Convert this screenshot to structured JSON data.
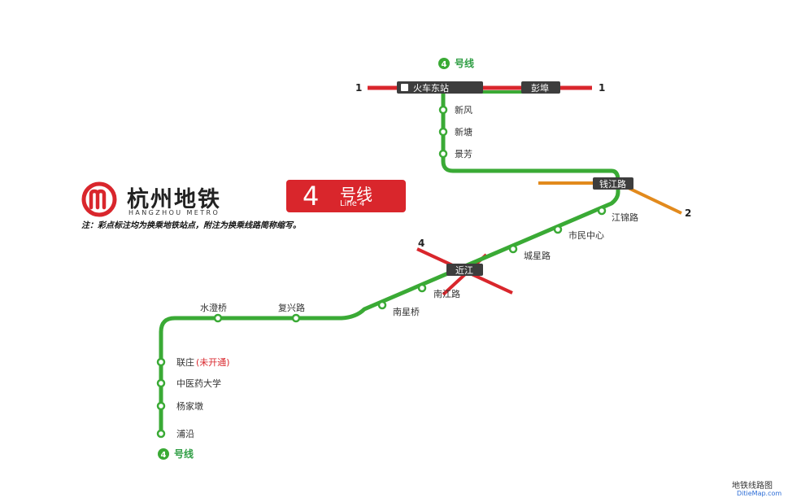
{
  "logo": {
    "name_cn": "杭州地铁",
    "name_en": "HANGZHOU METRO",
    "brand_color": "#d9262c"
  },
  "badge": {
    "number": "4",
    "name_cn": "号线",
    "name_en": "Line 4",
    "color": "#d9262c"
  },
  "note": "注：彩点标注均为换乘地铁站点，附注为换乘线路简称缩写。",
  "colors": {
    "line4": "#3aaa35",
    "line1": "#d9262c",
    "line2": "#e28a1d",
    "interchange_box": "#3d3d3d"
  },
  "terminals": {
    "top": {
      "num": "4",
      "label": "号线"
    },
    "bottom": {
      "num": "4",
      "label": "号线"
    }
  },
  "line_markers": {
    "line1_left": "1",
    "line1_right": "1",
    "line2": "2",
    "line4_cross": "4"
  },
  "interchanges": {
    "huochedongzhan": "火车东站",
    "pengbu": "彭埠",
    "qianjianglu": "钱江路",
    "jinjiang": "近江"
  },
  "stations": {
    "xinfeng": "新风",
    "xintang": "新塘",
    "jingfang": "景芳",
    "jiangjinlu": "江锦路",
    "shiminzhongxin": "市民中心",
    "chengxinglu": "城星路",
    "nanjianglu": "南江路",
    "nanxingqiao": "南星桥",
    "fuxinglu": "复兴路",
    "shuichengqiao": "水澄桥",
    "lianzhuang": "联庄",
    "lianzhuang_note": "(未开通)",
    "zhongyiyaodaxue": "中医药大学",
    "yangjiadun": "杨家墩",
    "puyan": "浦沿"
  },
  "watermark": {
    "cn": "地铁线路图",
    "en": "DitieMap.com"
  }
}
